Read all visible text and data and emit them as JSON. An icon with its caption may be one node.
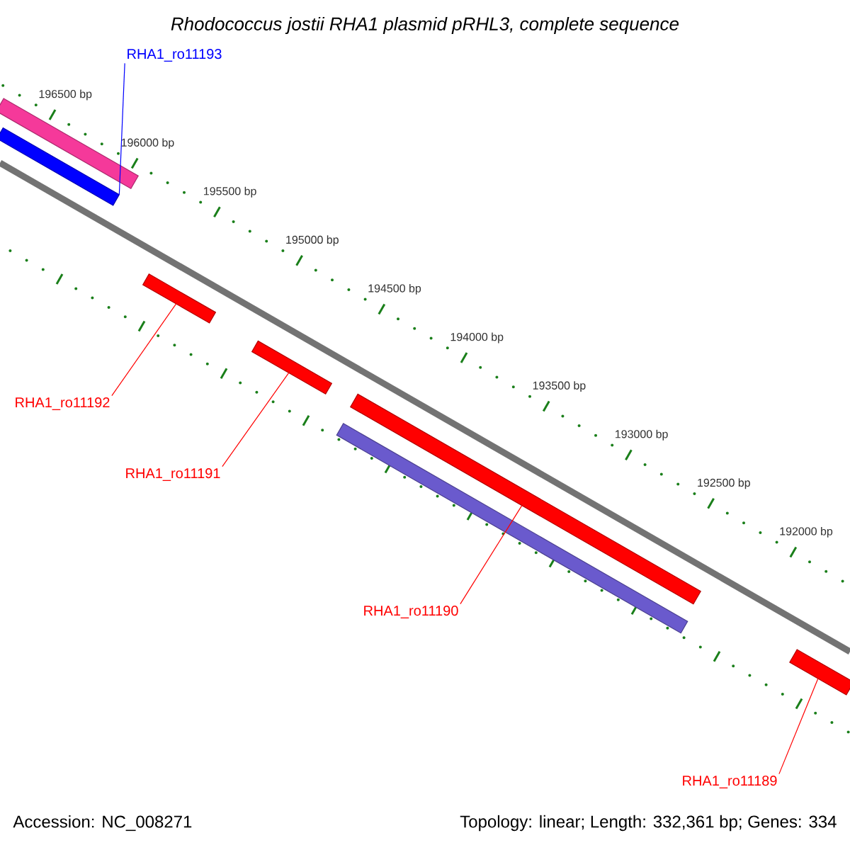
{
  "diagram": {
    "title": "Rhodococcus jostii RHA1 plasmid pRHL3, complete sequence",
    "nodes": [
      {
        "text": [
          "RHA1_ro11193"
        ]
      },
      {
        "text": [],
        "shape": "bar"
      },
      {
        "text": [
          "RHA1_ro11192"
        ]
      },
      {
        "text": [],
        "shape": "bar"
      },
      {
        "text": [
          "RHA1_ro11191"
        ]
      },
      {
        "text": [],
        "shape": "bar"
      },
      {
        "text": [
          "RHA1_ro11190"
        ]
      },
      {
        "text": [],
        "shape": "bar"
      },
      {
        "text": [
          "RHA1_ro11189"
        ]
      },
      {
        "text": [],
        "shape": "bar"
      },
      {
        "text": [],
        "shape": "bar"
      },
      {
        "text": [],
        "shape": "bar"
      }
    ],
    "edges": [
      {
        "from": 0,
        "to": 1,
        "arrow": "none",
        "color": "#0000ff"
      },
      {
        "from": 2,
        "to": 3,
        "arrow": "none"
      },
      {
        "from": 4,
        "to": 5,
        "arrow": "none"
      },
      {
        "from": 6,
        "to": 7,
        "arrow": "none"
      },
      {
        "from": 8,
        "to": 9,
        "arrow": "none"
      }
    ],
    "labels": [
      "196500 bp",
      "196000 bp",
      "195500 bp",
      "195000 bp",
      "194500 bp",
      "194000 bp",
      "193500 bp",
      "193000 bp",
      "192500 bp",
      "192000 bp",
      "Accession: NC_008271",
      "Topology: linear; Length: 332,361 bp; Genes: 334"
    ]
  }
}
